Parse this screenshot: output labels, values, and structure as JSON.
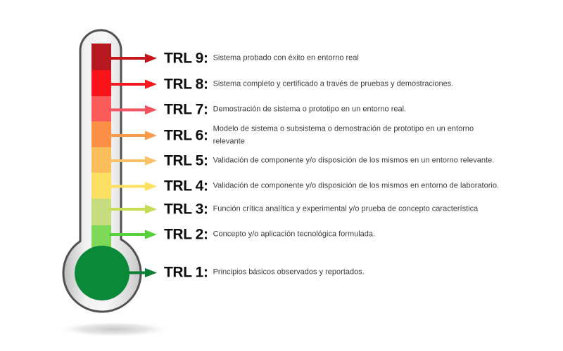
{
  "figure": {
    "name": "TRL thermometer scale",
    "outline_color": "#515153",
    "bulb_color": "#0a8a38",
    "shadow_color": "#9c9c9c"
  },
  "levels": [
    {
      "label": "TRL 9:",
      "description": "Sistema probado con éxito en entorno real",
      "segment_color": "#b5191f",
      "arrow_color": "#c4161c"
    },
    {
      "label": "TRL 8:",
      "description": "Sistema completo y certificado a través de pruebas y demostraciones.",
      "segment_color": "#fa141a",
      "arrow_color": "#f21a20"
    },
    {
      "label": "TRL 7:",
      "description": "Demostración de sistema o prototipo en un entorno real.",
      "segment_color": "#fb5a5b",
      "arrow_color": "#f4545f"
    },
    {
      "label": "TRL 6:",
      "description": "Modelo de sistema o subsistema o demostración de prototipo en un entorno\nrelevante",
      "segment_color": "#fc8f46",
      "arrow_color": "#f89b4d"
    },
    {
      "label": "TRL 5:",
      "description": "Validación de componente y/o disposición de los mismos en un entorno relevante.",
      "segment_color": "#fcbd5b",
      "arrow_color": "#fbc169"
    },
    {
      "label": "TRL 4:",
      "description": "Validación de componente y/o disposición de los mismos en entorno de laboratorio.",
      "segment_color": "#fddf63",
      "arrow_color": "#fde05e"
    },
    {
      "label": "TRL 3:",
      "description": "Función crítica analítica y experimental y/o prueba de concepto característica",
      "segment_color": "#c5dc7f",
      "arrow_color": "#c6de55"
    },
    {
      "label": "TRL 2:",
      "description": "Concepto y/o aplicación tecnológica formulada.",
      "segment_color": "#7fd959",
      "arrow_color": "#56d03c"
    },
    {
      "label": "TRL 1:",
      "description": "Principios básicos observados y reportados.",
      "segment_color": "#0a8a38",
      "arrow_color": "#0a8034"
    }
  ]
}
